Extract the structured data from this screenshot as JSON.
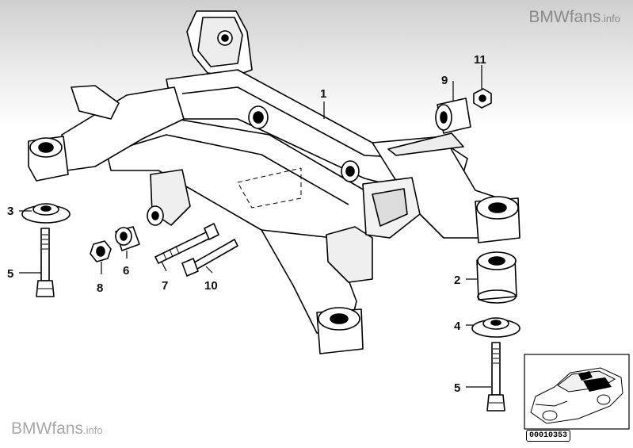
{
  "watermarks": {
    "top_brand": "BMWfans",
    "top_suffix": ".info",
    "bottom_brand": "BMWfans",
    "bottom_suffix": ".info"
  },
  "callouts": [
    "1",
    "2",
    "3",
    "4",
    "5",
    "5",
    "6",
    "7",
    "8",
    "9",
    "10",
    "11"
  ],
  "document_number": "00010353",
  "colors": {
    "line": "#000000",
    "fill": "#ffffff",
    "shade": "#d0d0d0",
    "header_gray": "#cfcfcf"
  }
}
